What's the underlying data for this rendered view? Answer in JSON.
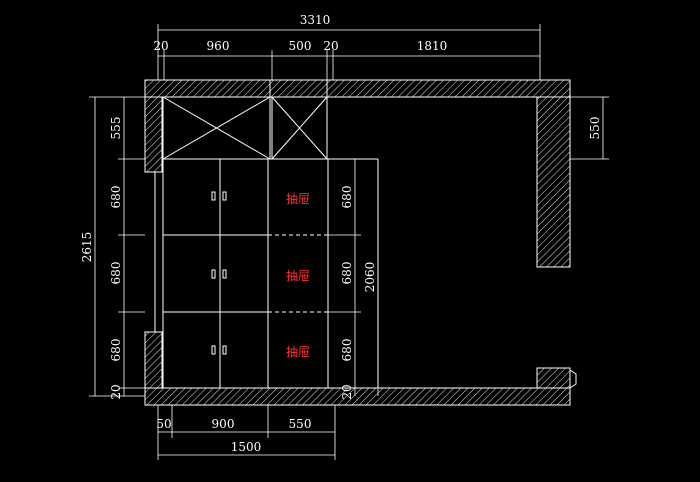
{
  "colors": {
    "background": "#000000",
    "line": "#ffffff",
    "label": "#ffffff",
    "drawer_label": "#ff3030"
  },
  "dimensions": {
    "top_total": "3310",
    "top_20_left": "20",
    "top_960": "960",
    "top_500": "500",
    "top_20_mid": "20",
    "top_1810": "1810",
    "left_555": "555",
    "left_680_a": "680",
    "left_680_b": "680",
    "left_680_c": "680",
    "left_20": "20",
    "left_total": "2615",
    "right_550": "550",
    "inner_680_a": "680",
    "inner_680_b": "680",
    "inner_680_c": "680",
    "inner_20": "20",
    "inner_2060": "2060",
    "bottom_50": "50",
    "bottom_900": "900",
    "bottom_550": "550",
    "bottom_total": "1500"
  },
  "drawers": [
    {
      "label": "抽屉"
    },
    {
      "label": "抽屉"
    },
    {
      "label": "抽屉"
    }
  ]
}
